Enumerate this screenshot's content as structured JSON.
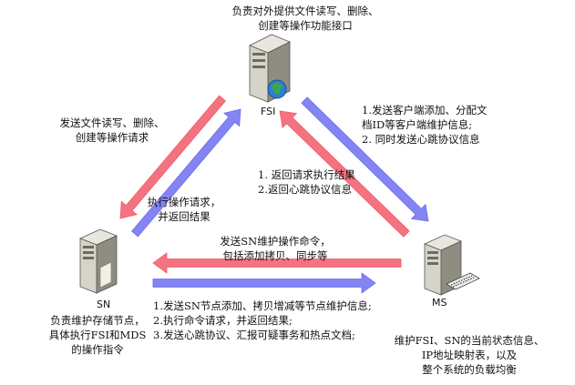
{
  "nodes": {
    "fsi": {
      "label": "FSI",
      "desc": [
        "负责对外提供文件读写、删除、",
        "创建等操作功能接口"
      ]
    },
    "sn": {
      "label": "SN",
      "desc": [
        "负责维护存储节点，",
        "具体执行FSI和MDS",
        "的操作指令"
      ]
    },
    "ms": {
      "label": "MS",
      "desc": [
        "维护FSI、SN的当前状态信息、",
        "IP地址映射表，以及",
        "整个系统的负载均衡"
      ]
    }
  },
  "edges": {
    "fsi_to_sn": [
      "发送文件读写、删除、",
      "创建等操作请求"
    ],
    "sn_to_fsi": [
      "执行操作请求，",
      "并返回结果"
    ],
    "fsi_to_ms": [
      "1.发送客户端添加、分配文",
      "档ID等客户端维护信息;",
      "2. 同时发送心跳协议信息"
    ],
    "ms_to_fsi": [
      "1. 返回请求执行结果",
      "2.返回心跳协议信息"
    ],
    "ms_to_sn": [
      "发送SN维护操作命令，",
      "包括添加拷贝、同步等"
    ],
    "sn_to_ms": [
      "1.发送SN节点添加、拷贝增减等节点维护信息;",
      "2.执行命令请求，并返回结果;",
      "3.发送心跳协议、汇报可疑事务和热点文档;"
    ]
  },
  "colors": {
    "red": "#f25a6a",
    "blue": "#6e6ef0"
  }
}
